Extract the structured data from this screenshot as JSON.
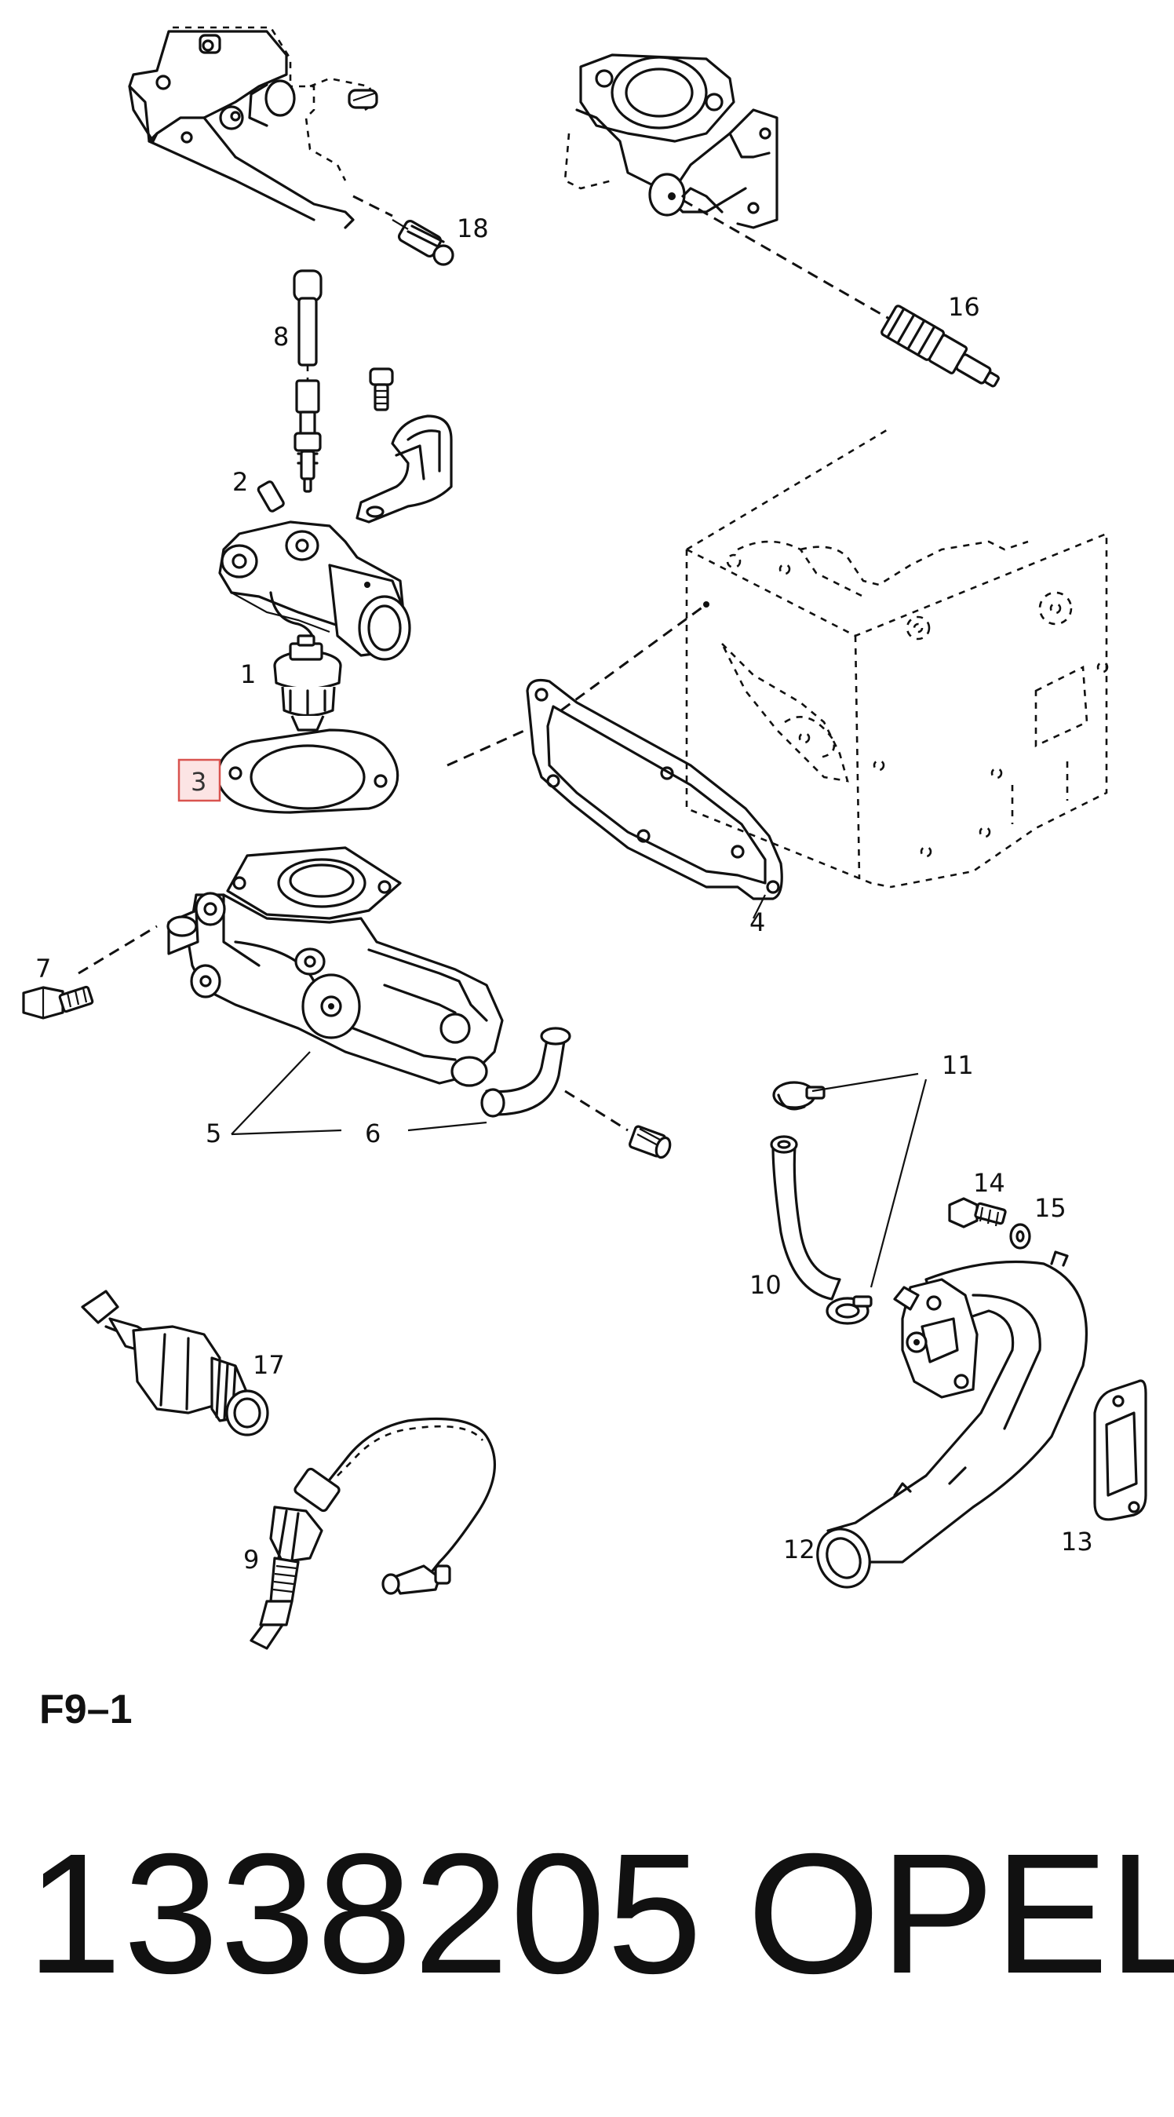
{
  "figure_code": "F9–1",
  "part_number": "1338205",
  "brand": "OPEL",
  "highlighted_callout": "3",
  "highlight_color": "#d9534f",
  "callouts": [
    "1",
    "2",
    "3",
    "4",
    "5",
    "6",
    "7",
    "8",
    "9",
    "10",
    "11",
    "12",
    "13",
    "14",
    "15",
    "16",
    "17",
    "18"
  ]
}
